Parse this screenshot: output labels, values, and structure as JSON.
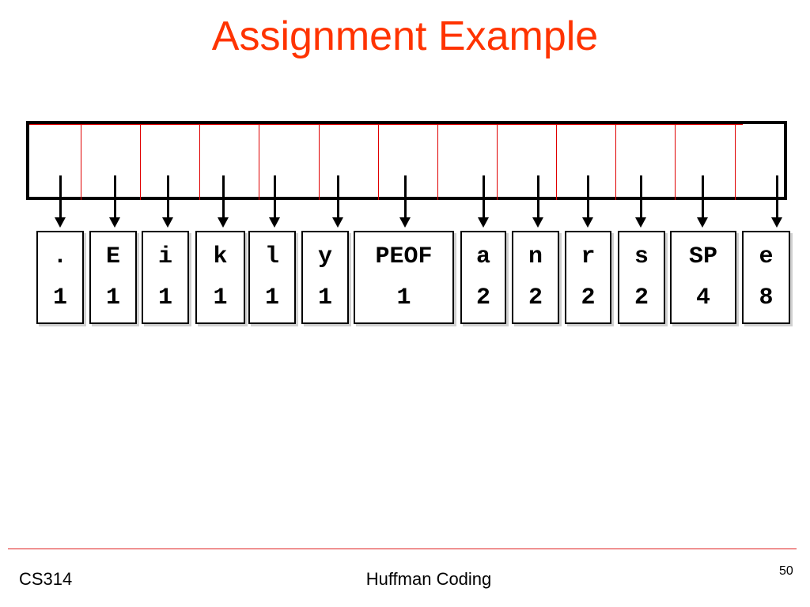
{
  "slide": {
    "title": "Assignment Example",
    "footer_left": "CS314",
    "footer_center": "Huffman Coding",
    "page_number": "50"
  },
  "nodes": [
    {
      "symbol": ".",
      "count": "1"
    },
    {
      "symbol": "E",
      "count": "1"
    },
    {
      "symbol": "i",
      "count": "1"
    },
    {
      "symbol": "k",
      "count": "1"
    },
    {
      "symbol": "l",
      "count": "1"
    },
    {
      "symbol": "y",
      "count": "1"
    },
    {
      "symbol": "PEOF",
      "count": "1"
    },
    {
      "symbol": "a",
      "count": "2"
    },
    {
      "symbol": "n",
      "count": "2"
    },
    {
      "symbol": "r",
      "count": "2"
    },
    {
      "symbol": "s",
      "count": "2"
    },
    {
      "symbol": "SP",
      "count": "4"
    },
    {
      "symbol": "e",
      "count": "8"
    }
  ],
  "colors": {
    "title": "#ff3300",
    "slot_divider": "#e00000",
    "footer_rule": "#e02020"
  }
}
